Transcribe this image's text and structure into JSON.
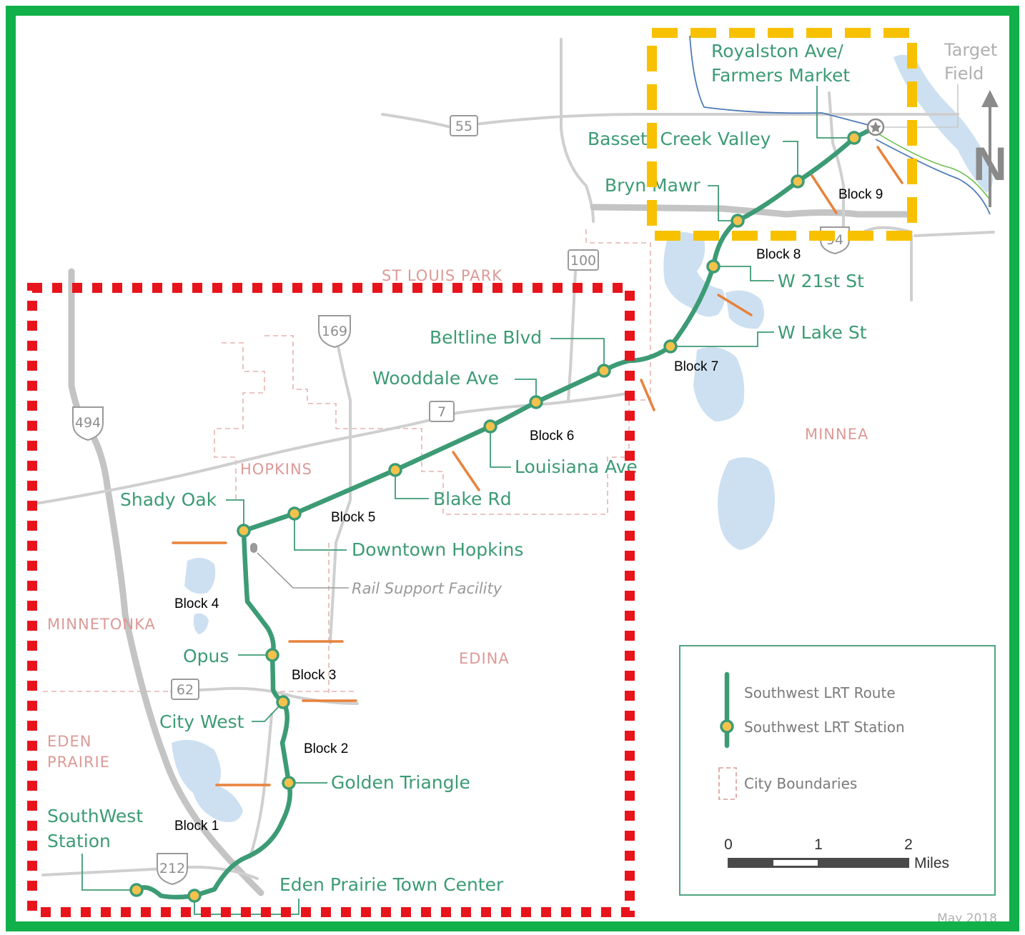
{
  "stations": {
    "royalston": [
      "Royalston Ave/",
      "Farmers Market"
    ],
    "bassett": "Bassett Creek Valley",
    "bryn_mawr": "Bryn Mawr",
    "w21": "W 21st St",
    "wlake": "W Lake St",
    "beltline": "Beltline Blvd",
    "wooddale": "Wooddale Ave",
    "louisiana": "Louisiana Ave",
    "blake": "Blake Rd",
    "downtown_hopkins": "Downtown Hopkins",
    "shady_oak": "Shady Oak",
    "opus": "Opus",
    "city_west": "City West",
    "golden_triangle": "Golden Triangle",
    "southwest": [
      "SouthWest",
      "Station"
    ],
    "eden_prairie_tc": "Eden Prairie Town Center"
  },
  "landmarks": {
    "target_field": [
      "Target",
      "Field"
    ],
    "rail_support": "Rail Support Facility"
  },
  "cities": {
    "st_louis_park": "ST LOUIS PARK",
    "hopkins": "HOPKINS",
    "minnetonka": "MINNETONKA",
    "edina": "EDINA",
    "minneapolis": "MINNEA",
    "eden_prairie": [
      "EDEN",
      "PRAIRIE"
    ]
  },
  "highways": {
    "h55": "55",
    "h100": "100",
    "h169": "169",
    "h494": "494",
    "h7": "7",
    "h62": "62",
    "h212": "212",
    "h94": "94"
  },
  "blocks": [
    "Block 1",
    "Block 2",
    "Block 3",
    "Block 4",
    "Block 5",
    "Block 6",
    "Block 7",
    "Block 8",
    "Block 9"
  ],
  "north_letter": "N",
  "legend": {
    "route": "Southwest LRT Route",
    "station": "Southwest LRT Station",
    "boundaries": "City Boundaries",
    "scale_ticks": [
      "0",
      "1",
      "2"
    ],
    "scale_unit": "Miles"
  },
  "date": "May 2018",
  "colors": {
    "route": "#3c9b75",
    "station_fill": "#f4c24a",
    "outer_frame": "#11b04b",
    "red_box": "#e8141c",
    "yellow_box": "#f7c100",
    "block_marker": "#e8823c",
    "water": "#cde0f1",
    "city_boundary": "#e6b3b0",
    "road": "#cfcfcf"
  }
}
